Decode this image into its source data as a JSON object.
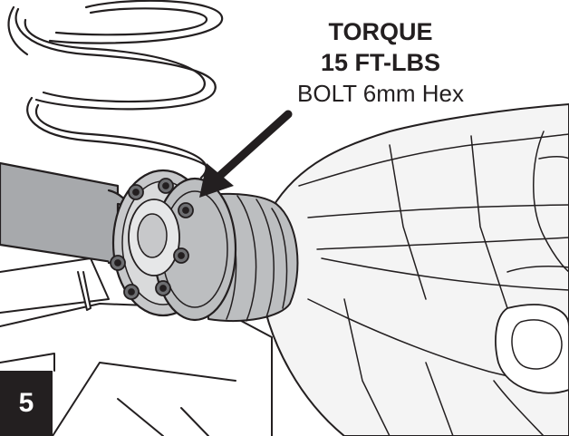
{
  "callout": {
    "line1": "TORQUE",
    "line2": "15 FT-LBS",
    "line3": "BOLT 6mm Hex"
  },
  "step": {
    "number": "5"
  },
  "colors": {
    "ink": "#231f20",
    "shaft": "#a7a9ac",
    "flange": "#c7c8ca",
    "boot": "#bcbec0",
    "housing": "#f4f4f4",
    "bolt": "#6d6e71"
  }
}
